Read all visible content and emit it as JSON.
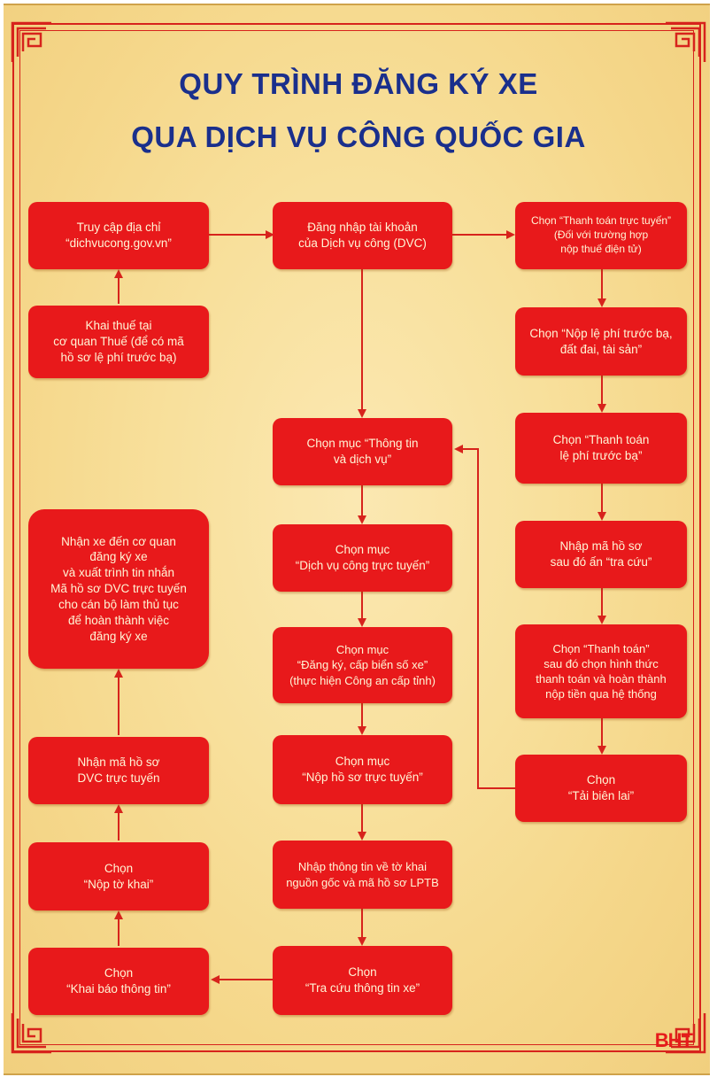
{
  "title": {
    "line1": "QUY TRÌNH ĐĂNG KÝ XE",
    "line2": "QUA DỊCH VỤ CÔNG QUỐC GIA"
  },
  "nodes": {
    "truy_cap": "Truy cập địa chỉ\n“dichvucong.gov.vn”",
    "khai_thue": "Khai thuế tại\ncơ quan Thuế (để có mã\nhồ sơ lệ phí trước bạ)",
    "dang_nhap": "Đăng nhập tài khoản\ncủa Dịch vụ công (DVC)",
    "thanh_toan_truc_tuyen": "Chọn “Thanh toán trực tuyến”\n(Đối với trường hợp\nnộp thuế điện tử)",
    "nop_le_phi": "Chọn “Nộp lệ phí trước bạ,\nđất đai, tài sản”",
    "thanh_toan_le_phi": "Chọn “Thanh toán\nlệ phí trước bạ”",
    "nhap_ma_ho_so": "Nhập mã hồ sơ\nsau đó ấn “tra cứu”",
    "chon_thanh_toan": "Chọn “Thanh toán”\nsau đó chọn hình thức\nthanh toán và hoàn thành\nnộp tiền qua hệ thống",
    "tai_bien_lai": "Chọn\n“Tải biên lai”",
    "thong_tin_dich_vu": "Chọn mục “Thông tin\nvà dịch vụ”",
    "dvc_truc_tuyen": "Chọn mục\n“Dịch vụ công trực tuyến”",
    "dang_ky_cap_bien": "Chọn mục\n“Đăng ký, cấp biển số xe”\n(thực hiện Công an cấp tỉnh)",
    "nop_ho_so": "Chọn mục\n“Nộp hồ sơ trực tuyến”",
    "nhap_thong_tin": "Nhập thông tin về tờ khai\nnguồn gốc và mã hồ sơ LPTB",
    "tra_cuu_xe": "Chọn\n“Tra cứu thông tin xe”",
    "khai_bao": "Chọn\n“Khai báo thông tin”",
    "nop_to_khai": "Chọn\n“Nộp tờ khai”",
    "nhan_ma": "Nhận mã hồ sơ\nDVC trực tuyến",
    "nhan_xe": "Nhận xe đến cơ quan\nđăng ký xe\nvà xuất trình tin nhắn\nMã hồ sơ DVC trực tuyến\ncho cán bộ làm thủ tục\nđể hoàn thành việc\nđăng ký xe"
  },
  "watermark": "BHT",
  "colors": {
    "node_fill": "#e8191b",
    "node_text": "#fff5d6",
    "title": "#1a2f8c",
    "arrow": "#d7231c",
    "background": "#f8e09c"
  }
}
